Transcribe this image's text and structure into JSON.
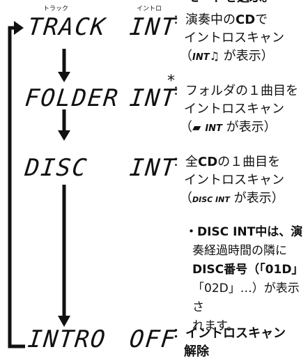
{
  "top_cut_text": "モードを選ぶ。",
  "steps": [
    {
      "mode_reading": "トラック",
      "mode_lcd": "TRACK",
      "int_reading": "イントロ",
      "int_lcd": "INT",
      "desc_line1_pre": "：演奏中の",
      "desc_line1_bold": "CD",
      "desc_line1_post": "で",
      "desc_line2": "イントロスキャン",
      "desc_line3_open": "（",
      "desc_line3_badge": "INT",
      "desc_line3_icon": "♫",
      "desc_line3_close": " が表示）"
    },
    {
      "mode_lcd": "FOLDER",
      "int_lcd": "INT",
      "asterisk": "*",
      "desc_line1": "：フォルダの１曲目を",
      "desc_line2": "イントロスキャン",
      "desc_line3_open": "（",
      "desc_line3_icon": "▰",
      "desc_line3_badge": "INT",
      "desc_line3_close": " が表示）"
    },
    {
      "mode_lcd": "DISC",
      "int_lcd": "INT",
      "desc_line1_pre": "：全",
      "desc_line1_bold": "CD",
      "desc_line1_post": "の１曲目を",
      "desc_line2": "イントロスキャン",
      "desc_line3_open": "（",
      "desc_line3_badge": "DISC INT",
      "desc_line3_close": " が表示）",
      "note_lines": [
        "・DISC INT中は、演",
        "奏経過時間の隣に",
        "DISC番号（「01D」",
        "「02D」…）が表示さ",
        "れます。"
      ]
    },
    {
      "mode_lcd": "INTRO",
      "int_lcd": "OFF",
      "desc_line1": "：イントロスキャン",
      "desc_line2": "解除"
    }
  ]
}
